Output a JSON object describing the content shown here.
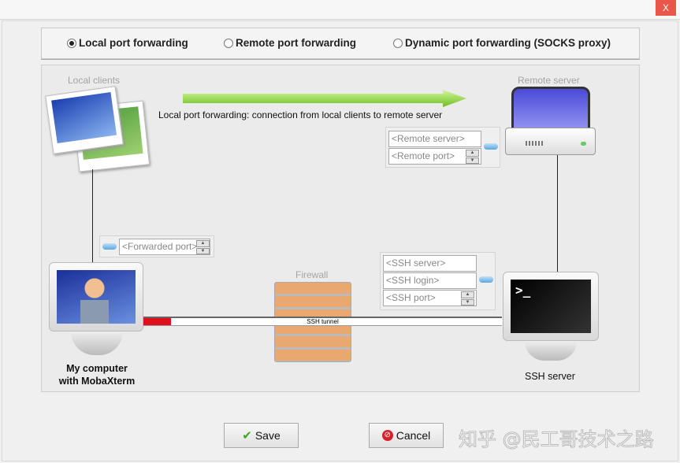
{
  "window": {
    "close_label": "X"
  },
  "modes": [
    {
      "label": "Local port forwarding",
      "selected": true
    },
    {
      "label": "Remote port forwarding",
      "selected": false
    },
    {
      "label": "Dynamic port forwarding (SOCKS proxy)",
      "selected": false
    }
  ],
  "diagram": {
    "local_clients": "Local clients",
    "remote_server": "Remote server",
    "caption": "Local port forwarding: connection from local clients to remote server",
    "remote_server_placeholder": "<Remote server>",
    "remote_port_placeholder": "<Remote port>",
    "forwarded_port_placeholder": "<Forwarded port>",
    "ssh_server_placeholder": "<SSH server>",
    "ssh_login_placeholder": "<SSH login>",
    "ssh_port_placeholder": "<SSH port>",
    "firewall": "Firewall",
    "tunnel": "SSH tunnel",
    "my_computer_line1": "My computer",
    "my_computer_line2": "with MobaXterm",
    "ssh_server": "SSH server",
    "accent_green": "#7ccf2a",
    "tunnel_red": "#e0101a"
  },
  "buttons": {
    "save": "Save",
    "cancel": "Cancel"
  },
  "watermark": "知乎 @民工哥技术之路"
}
